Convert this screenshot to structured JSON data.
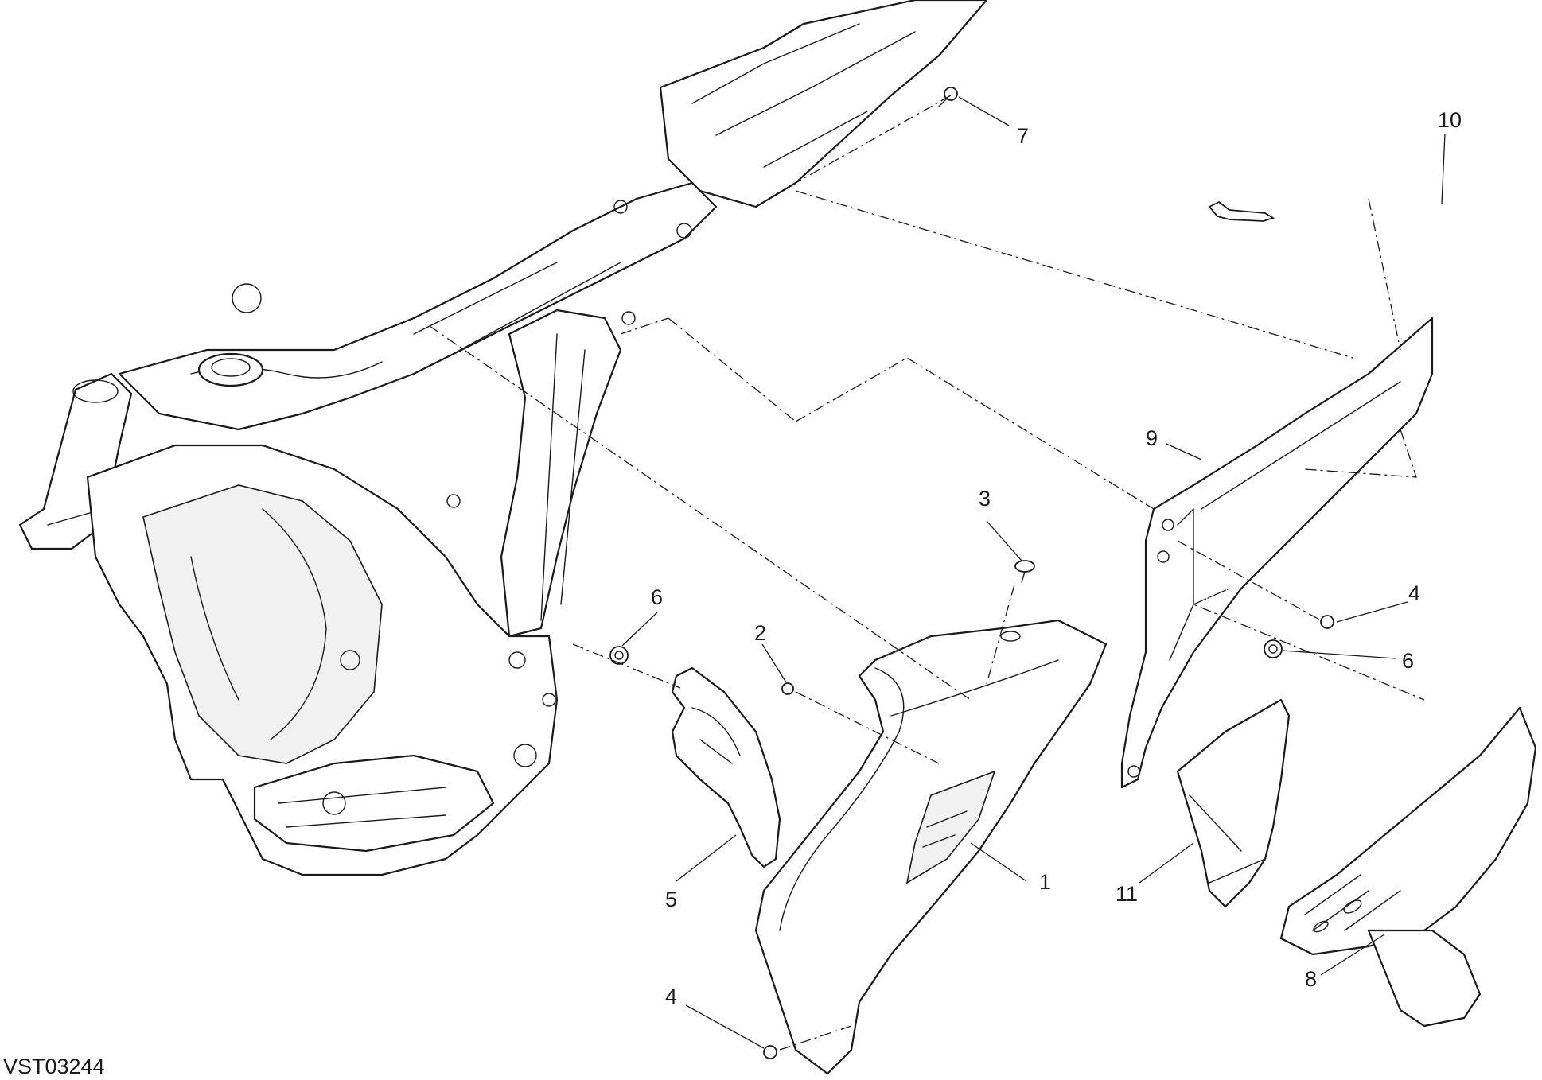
{
  "drawing": {
    "reference_code": "VST03244",
    "callouts": [
      {
        "id": "c1",
        "label": "1"
      },
      {
        "id": "c2",
        "label": "2"
      },
      {
        "id": "c3",
        "label": "3"
      },
      {
        "id": "c4a",
        "label": "4"
      },
      {
        "id": "c4b",
        "label": "4"
      },
      {
        "id": "c5",
        "label": "5"
      },
      {
        "id": "c6a",
        "label": "6"
      },
      {
        "id": "c6b",
        "label": "6"
      },
      {
        "id": "c7",
        "label": "7"
      },
      {
        "id": "c8",
        "label": "8"
      },
      {
        "id": "c9",
        "label": "9"
      },
      {
        "id": "c10",
        "label": "10"
      },
      {
        "id": "c11",
        "label": "11"
      }
    ]
  }
}
